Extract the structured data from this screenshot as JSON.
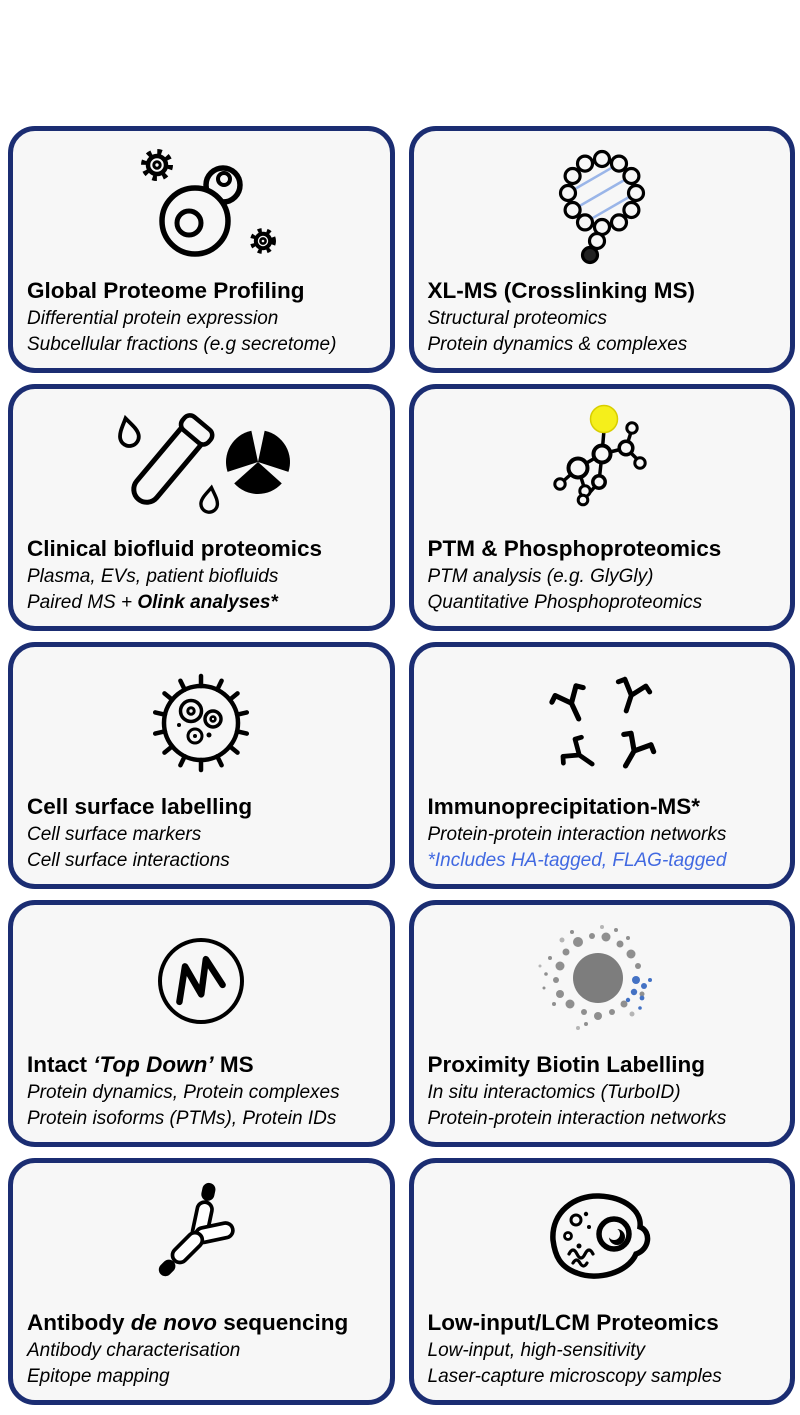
{
  "figure": {
    "colors": {
      "page_background": "#ffffff",
      "card_background": "#f7f7f7",
      "card_border_navy": "#1b2d72",
      "accent_blue_text": "#4169e1",
      "phospho_yellow": "#f5ef1b",
      "biotin_sphere_gray": "#7d7d7d",
      "biotin_dot_blue": "#4472c4"
    }
  },
  "cards": [
    {
      "icon": "cell-with-gears-icon",
      "title": "Global Proteome Profiling",
      "line1": "Differential protein expression",
      "line2": "Subcellular fractions (e.g secretome)"
    },
    {
      "icon": "crosslinked-bead-chain-icon",
      "title": "XL-MS (Crosslinking MS)",
      "line1": "Structural proteomics",
      "line2": "Protein dynamics & complexes"
    },
    {
      "icon": "test-tube-droplets-icon",
      "title": "Clinical biofluid proteomics",
      "line1": "Plasma, EVs, patient biofluids",
      "line2_prefix": "Paired MS + ",
      "line2_bold": "Olink analyses*"
    },
    {
      "icon": "phospho-molecule-icon",
      "title": "PTM & Phosphoproteomics",
      "line1": "PTM analysis (e.g. GlyGly)",
      "line2": "Quantitative Phosphoproteomics"
    },
    {
      "icon": "spiky-cell-icon",
      "title": "Cell surface labelling",
      "line1": "Cell surface markers",
      "line2": "Cell surface interactions"
    },
    {
      "icon": "antibodies-icon",
      "title": "Immunoprecipitation-MS*",
      "line1": "Protein-protein interaction networks",
      "line2": "*Includes HA-tagged, FLAG-tagged"
    },
    {
      "icon": "circled-squiggle-icon",
      "title_prefix": "Intact ",
      "title_italic": "‘Top Down’",
      "title_suffix": " MS",
      "line1": "Protein dynamics, Protein complexes",
      "line2": "Protein isoforms (PTMs), Protein IDs"
    },
    {
      "icon": "biotin-sphere-icon",
      "title": "Proximity Biotin Labelling",
      "line1": "In situ interactomics (TurboID)",
      "line2": "Protein-protein interaction networks"
    },
    {
      "icon": "antibody-outline-icon",
      "title_prefix": "Antibody ",
      "title_italic": "de novo",
      "title_suffix": " sequencing",
      "line1": "Antibody characterisation",
      "line2": "Epitope mapping"
    },
    {
      "icon": "lcm-cell-icon",
      "title": "Low-input/LCM Proteomics",
      "line1": "Low-input, high-sensitivity",
      "line2": "Laser-capture microscopy samples"
    }
  ]
}
